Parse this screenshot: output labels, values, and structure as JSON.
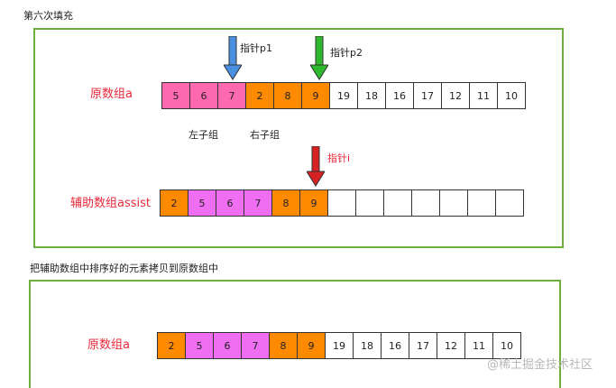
{
  "headings": {
    "step6": "第六次填充",
    "copy_back": "把辅助数组中排序好的元素拷贝到原数组中"
  },
  "labels": {
    "original": "原数组a",
    "assist": "辅助数组assist",
    "left_sub": "左子组",
    "right_sub": "右子组",
    "original_bottom": "原数组a"
  },
  "pointers": {
    "p1": "指针p1",
    "p2": "指针p2",
    "i": "指针i"
  },
  "colors": {
    "pink": "#ff69b0",
    "orange": "#ff8a00",
    "magenta": "#ef6ef2",
    "white": "#ffffff",
    "frame": "#6fae3c",
    "arrow_blue": "#4a90e2",
    "arrow_green": "#2db82d",
    "arrow_red": "#d62222"
  },
  "arrays": {
    "original": [
      {
        "v": "5",
        "c": "pink"
      },
      {
        "v": "6",
        "c": "pink"
      },
      {
        "v": "7",
        "c": "pink"
      },
      {
        "v": "2",
        "c": "orange"
      },
      {
        "v": "8",
        "c": "orange"
      },
      {
        "v": "9",
        "c": "orange"
      },
      {
        "v": "19",
        "c": "white"
      },
      {
        "v": "18",
        "c": "white"
      },
      {
        "v": "16",
        "c": "white"
      },
      {
        "v": "17",
        "c": "white"
      },
      {
        "v": "12",
        "c": "white"
      },
      {
        "v": "11",
        "c": "white"
      },
      {
        "v": "10",
        "c": "white"
      }
    ],
    "assist": [
      {
        "v": "2",
        "c": "orange"
      },
      {
        "v": "5",
        "c": "magenta"
      },
      {
        "v": "6",
        "c": "magenta"
      },
      {
        "v": "7",
        "c": "magenta"
      },
      {
        "v": "8",
        "c": "orange"
      },
      {
        "v": "9",
        "c": "orange"
      },
      {
        "v": "",
        "c": "white"
      },
      {
        "v": "",
        "c": "white"
      },
      {
        "v": "",
        "c": "white"
      },
      {
        "v": "",
        "c": "white"
      },
      {
        "v": "",
        "c": "white"
      },
      {
        "v": "",
        "c": "white"
      },
      {
        "v": "",
        "c": "white"
      }
    ],
    "result": [
      {
        "v": "2",
        "c": "orange"
      },
      {
        "v": "5",
        "c": "magenta"
      },
      {
        "v": "6",
        "c": "magenta"
      },
      {
        "v": "7",
        "c": "magenta"
      },
      {
        "v": "8",
        "c": "orange"
      },
      {
        "v": "9",
        "c": "orange"
      },
      {
        "v": "19",
        "c": "white"
      },
      {
        "v": "18",
        "c": "white"
      },
      {
        "v": "16",
        "c": "white"
      },
      {
        "v": "17",
        "c": "white"
      },
      {
        "v": "12",
        "c": "white"
      },
      {
        "v": "11",
        "c": "white"
      },
      {
        "v": "10",
        "c": "white"
      }
    ]
  },
  "watermark": "@稀土掘金技术社区"
}
